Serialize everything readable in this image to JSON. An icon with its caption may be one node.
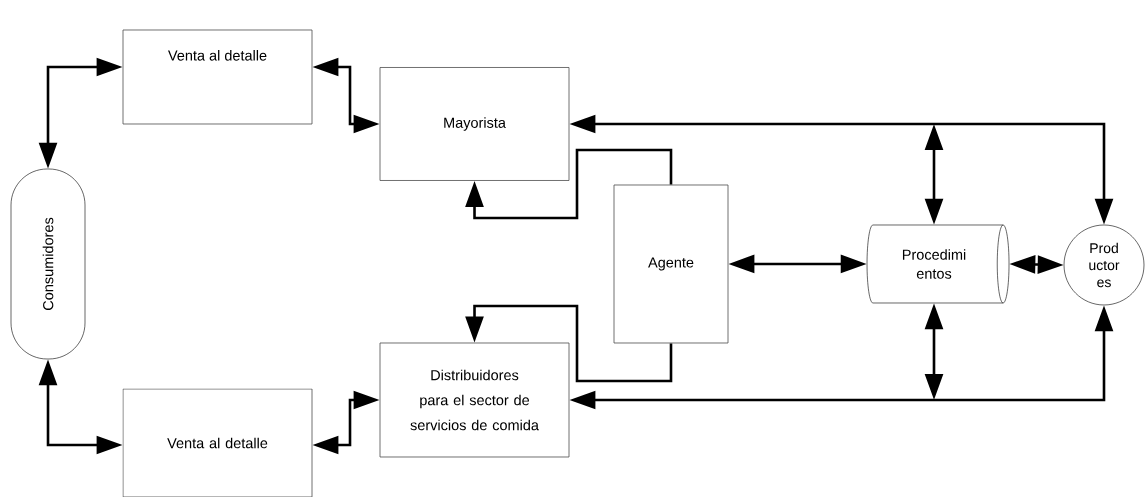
{
  "diagram": {
    "nodes": [
      {
        "text": [
          "Venta al detalle"
        ]
      },
      {
        "text": [
          "Mayorista"
        ]
      },
      {
        "text": [
          "Consumidores"
        ]
      },
      {
        "text": [
          "Agente"
        ]
      },
      {
        "text": [
          "Procedimi entos"
        ]
      },
      {
        "text": [
          "Prod uctor es"
        ]
      },
      {
        "text": [
          "Distribuidores para el sector de servicios de comida"
        ]
      },
      {
        "text": [
          "Venta al detalle"
        ]
      }
    ],
    "edges": [
      {
        "from": 2,
        "to": 0,
        "arrow": "both"
      },
      {
        "from": 0,
        "to": 1,
        "arrow": "both"
      },
      {
        "from": 5,
        "to": 1,
        "arrow": "both"
      },
      {
        "from": 4,
        "to": null,
        "arrow": "both"
      },
      {
        "from": 3,
        "to": 1,
        "arrow": "to"
      },
      {
        "from": 3,
        "to": 6,
        "arrow": "to"
      },
      {
        "from": 3,
        "to": 4,
        "arrow": "both"
      },
      {
        "from": 4,
        "to": 5,
        "arrow": "both"
      },
      {
        "from": 5,
        "to": 6,
        "arrow": "both"
      },
      {
        "from": 4,
        "to": null,
        "arrow": "both"
      },
      {
        "from": 6,
        "to": 7,
        "arrow": "both"
      },
      {
        "from": 2,
        "to": 7,
        "arrow": "both"
      }
    ]
  }
}
